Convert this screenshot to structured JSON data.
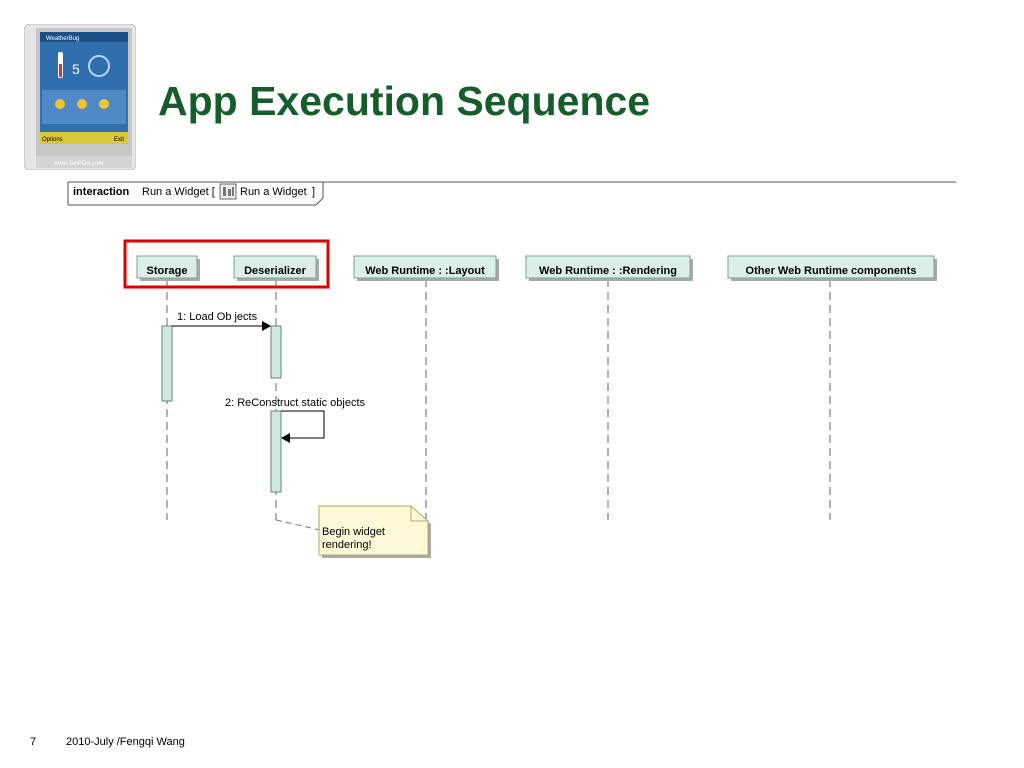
{
  "slide": {
    "title": "App Execution Sequence",
    "page_number": "7",
    "footer": "2010-July /Fengqi Wang"
  },
  "phone": {
    "app_name": "WeatherBug",
    "temperature": "5",
    "menu_left": "Options",
    "menu_right": "Exit",
    "watermark": "www.TanPDA.com"
  },
  "interaction": {
    "keyword": "interaction",
    "name": "Run a Widget [",
    "ref_name": "Run a Widget",
    "close_bracket": "]"
  },
  "lifelines": [
    {
      "name": "Storage",
      "highlighted": true
    },
    {
      "name": "Deserializer",
      "highlighted": true
    },
    {
      "name": "Web Runtime : :Layout",
      "highlighted": false
    },
    {
      "name": "Web Runtime : :Rendering",
      "highlighted": false
    },
    {
      "name": "Other Web Runtime components",
      "highlighted": false
    }
  ],
  "messages": [
    {
      "label": "1: Load Ob jects",
      "from": "Storage",
      "to": "Deserializer"
    },
    {
      "label": "2: ReConstruct static objects",
      "from": "Deserializer",
      "to": "Deserializer"
    }
  ],
  "note": {
    "line1": "Begin widget",
    "line2": "rendering!"
  },
  "colors": {
    "title": "#155e2b",
    "highlight": "#e00000",
    "lifeline_box": "#dcefe6",
    "activation": "#cfe8dc",
    "note": "#fff8d6"
  }
}
